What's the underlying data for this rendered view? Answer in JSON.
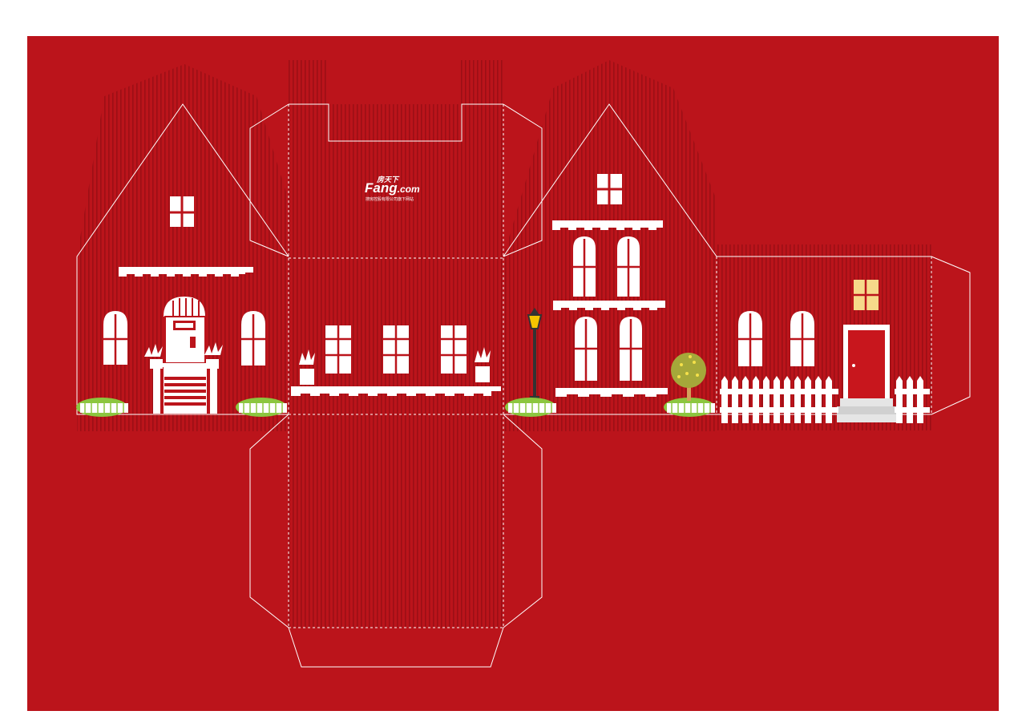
{
  "artwork": {
    "kind": "house-shaped box die-cut template",
    "colors": {
      "background": "#ffffff",
      "paper": "#bb141b",
      "stripe": "#9c0f15",
      "line": "#ffffff",
      "grass": "#8cc63f",
      "lamp": "#f5c400",
      "tree": "#a5a83a",
      "door": "#c8161d",
      "warm_window": "#f6d98a"
    },
    "icons": [
      "house-icon",
      "window-icon",
      "arched-window-icon",
      "awning-icon",
      "potted-plant-icon",
      "street-lamp-icon",
      "tree-icon",
      "picket-fence-icon",
      "door-icon",
      "bush-icon"
    ]
  },
  "logo": {
    "cn_small": "房天下",
    "brand": "Fang",
    "domain": ".com",
    "tagline": "搜房控股有限公司旗下网站"
  }
}
